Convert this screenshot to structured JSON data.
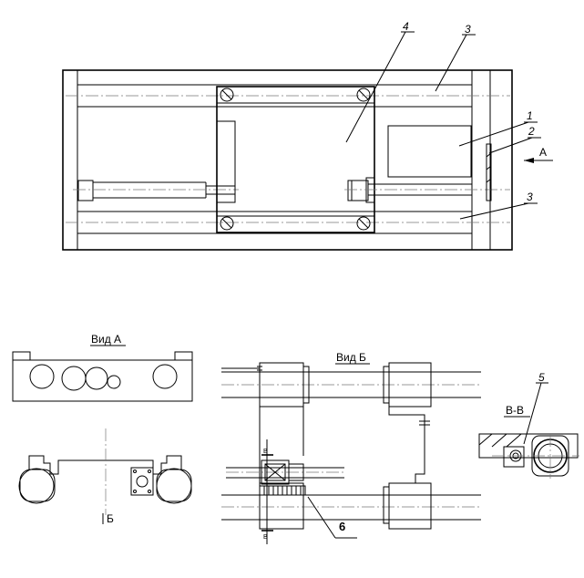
{
  "main_view": {
    "callout_1": "1",
    "callout_2": "2",
    "callout_3_top": "3",
    "callout_3_bottom": "3",
    "callout_4": "4",
    "view_arrow_label": "А"
  },
  "view_a": {
    "title": "Вид А",
    "section_arrow_label": "Б"
  },
  "view_b": {
    "title": "Вид Б",
    "section_mark_top": "В",
    "section_mark_bottom": "В",
    "callout_6": "6"
  },
  "section_vv": {
    "title": "В-В",
    "callout_5": "5"
  }
}
